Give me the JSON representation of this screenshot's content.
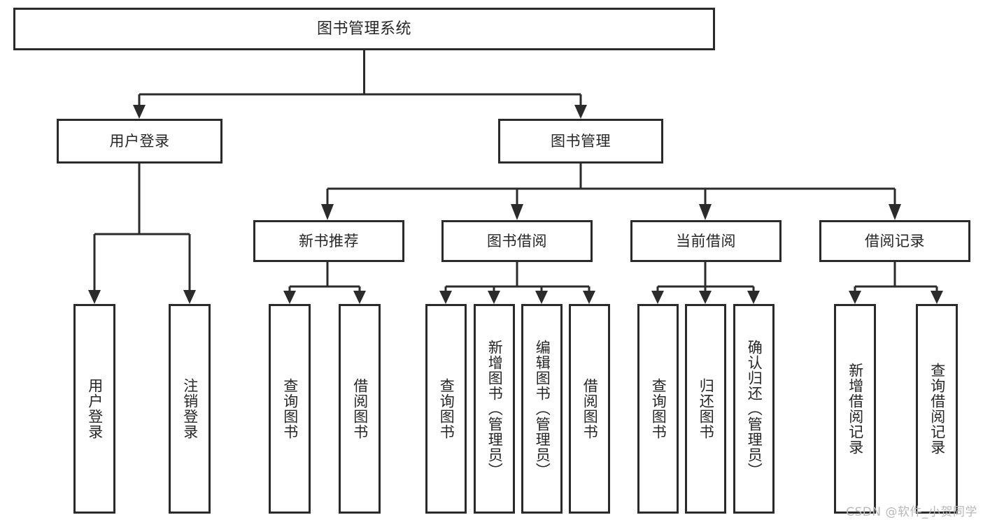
{
  "diagram": {
    "type": "tree-hierarchy",
    "title": "图书管理系统",
    "watermark": "CSDN @软件_小贺同学",
    "colors": {
      "stroke": "#2b2b2b",
      "fill": "#ffffff",
      "text": "#262626",
      "watermark": "#b9b9b9"
    },
    "nodes": {
      "root": {
        "label": "图书管理系统"
      },
      "level2": [
        {
          "label": "用户登录"
        },
        {
          "label": "图书管理"
        }
      ],
      "level3": [
        {
          "label": "新书推荐"
        },
        {
          "label": "图书借阅"
        },
        {
          "label": "当前借阅"
        },
        {
          "label": "借阅记录"
        }
      ],
      "leaves_user_login": [
        {
          "label": "用户登录"
        },
        {
          "label": "注销登录"
        }
      ],
      "leaves_new_books": [
        {
          "label": "查询图书"
        },
        {
          "label": "借阅图书"
        }
      ],
      "leaves_borrow": [
        {
          "label": "查询图书"
        },
        {
          "label": "新增图书（管理员）"
        },
        {
          "label": "编辑图书（管理员）"
        },
        {
          "label": "借阅图书"
        }
      ],
      "leaves_current": [
        {
          "label": "查询图书"
        },
        {
          "label": "归还图书"
        },
        {
          "label": "确认归还（管理员）"
        }
      ],
      "leaves_records": [
        {
          "label": "新增借阅记录"
        },
        {
          "label": "查询借阅记录"
        }
      ]
    }
  }
}
